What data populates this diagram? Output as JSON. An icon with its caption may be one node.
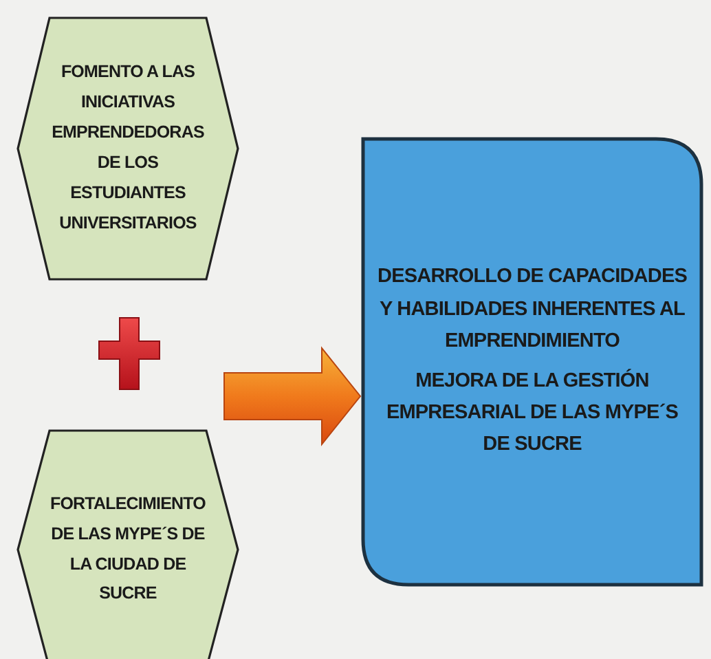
{
  "diagram": {
    "nodes": [
      {
        "text": [
          "FOMENTO A LAS INICIATIVAS EMPRENDEDORAS DE LOS ESTUDIANTES UNIVERSITARIOS"
        ]
      },
      {
        "text": [
          "FORTALECIMIENTO DE LAS MYPE´S DE LA CIUDAD DE SUCRE"
        ]
      },
      {
        "text": [
          "DESARROLLO DE CAPACIDADES Y HABILIDADES INHERENTES AL EMPRENDIMIENTO",
          "MEJORA DE LA GESTIÓN EMPRESARIAL DE LAS MYPE´S DE SUCRE"
        ]
      }
    ],
    "edges": [
      {
        "from": 0,
        "to": 2,
        "arrow": "to",
        "style": "thick"
      },
      {
        "from": 1,
        "to": 2,
        "arrow": "to",
        "style": "thick"
      }
    ]
  }
}
